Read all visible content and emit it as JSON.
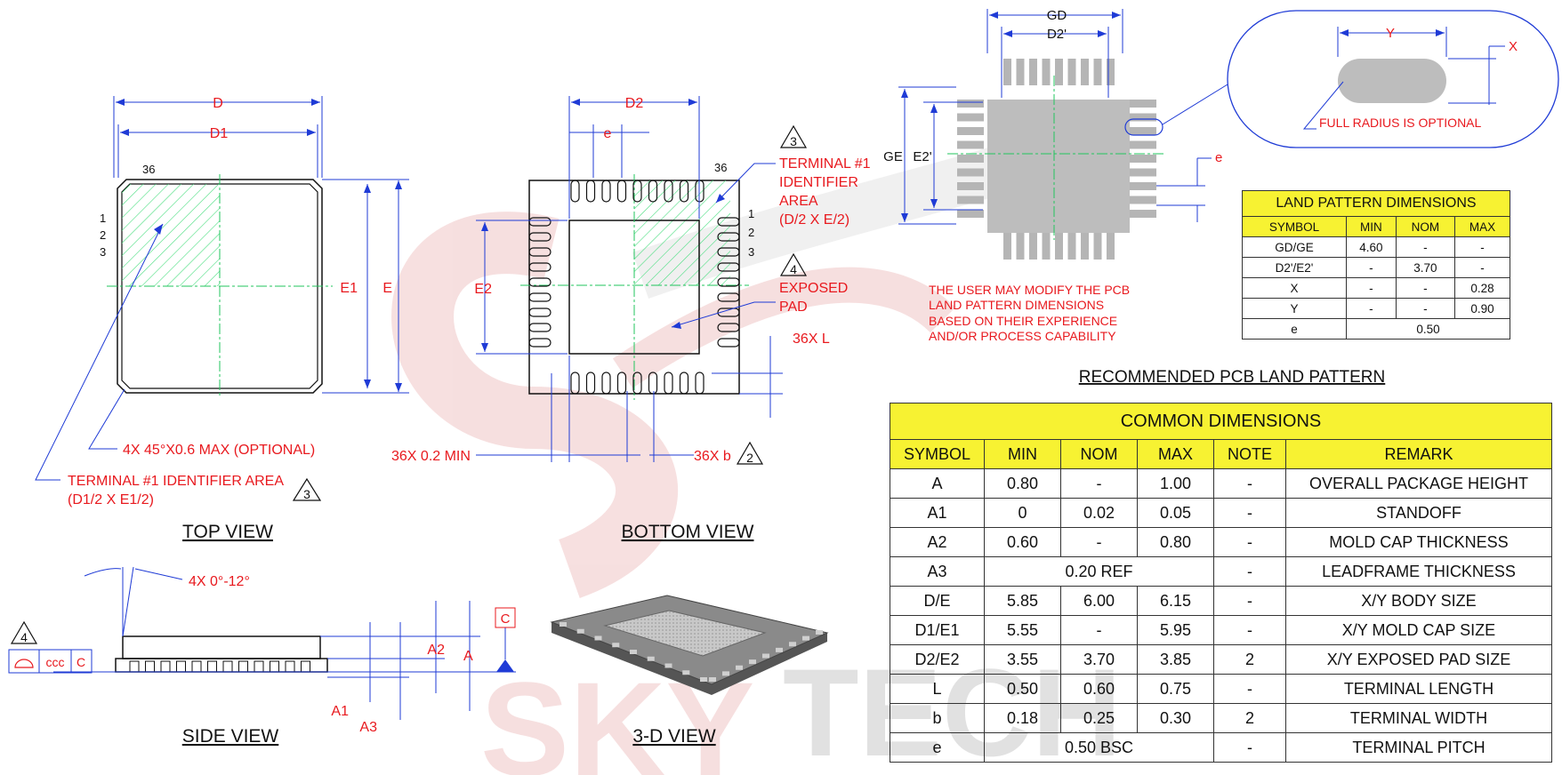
{
  "top_view": {
    "title": "TOP VIEW",
    "dim_d": "D",
    "dim_d1": "D1",
    "dim_e1": "E1",
    "dim_e": "E",
    "pin_36": "36",
    "pin_1": "1",
    "pin_2": "2",
    "pin_3": "3",
    "note_chamfer": "4X 45°X0.6 MAX (OPTIONAL)",
    "note_terminal_line1": "TERMINAL #1 IDENTIFIER AREA",
    "note_terminal_line2": "(D1/2 X E1/2)",
    "note_ref": "3"
  },
  "bottom_view": {
    "title": "BOTTOM VIEW",
    "dim_d2": "D2",
    "dim_e": "e",
    "dim_e2": "E2",
    "pin_36": "36",
    "pin_1": "1",
    "pin_2": "2",
    "pin_3": "3",
    "terminal_note": [
      "TERMINAL #1",
      "IDENTIFIER",
      "AREA",
      "(D/2 X E/2)"
    ],
    "terminal_ref": "3",
    "pad_note": [
      "EXPOSED",
      "PAD"
    ],
    "pad_ref": "4",
    "length_note": "36X L",
    "min_note": "36X 0.2 MIN",
    "width_note": "36X b",
    "width_ref": "2"
  },
  "side_view": {
    "title": "SIDE VIEW",
    "angle_note": "4X 0°-12°",
    "ref": "4",
    "ccc": "ccc",
    "datum_c": "C",
    "datum_flag": "C",
    "dim_a": "A",
    "dim_a1": "A1",
    "dim_a2": "A2",
    "dim_a3": "A3"
  },
  "view_3d": {
    "title": "3-D VIEW"
  },
  "land_pattern": {
    "caption": "RECOMMENDED PCB LAND PATTERN",
    "dim_gd": "GD",
    "dim_d2p": "D2'",
    "dim_ge": "GE",
    "dim_e2p": "E2'",
    "dim_e": "e",
    "dim_y": "Y",
    "dim_x": "X",
    "radius_note": "FULL RADIUS IS OPTIONAL",
    "user_note": [
      "THE USER MAY MODIFY THE PCB",
      "LAND PATTERN DIMENSIONS",
      "BASED ON THEIR EXPERIENCE",
      "AND/OR PROCESS CAPABILITY"
    ],
    "table": {
      "title": "LAND PATTERN DIMENSIONS",
      "headers": [
        "SYMBOL",
        "MIN",
        "NOM",
        "MAX"
      ],
      "rows": [
        [
          "GD/GE",
          "4.60",
          "-",
          "-"
        ],
        [
          "D2'/E2'",
          "-",
          "3.70",
          "-"
        ],
        [
          "X",
          "-",
          "-",
          "0.28"
        ],
        [
          "Y",
          "-",
          "-",
          "0.90"
        ]
      ],
      "last_row": {
        "symbol": "e",
        "value": "0.50"
      }
    }
  },
  "common_dimensions": {
    "title": "COMMON DIMENSIONS",
    "headers": [
      "SYMBOL",
      "MIN",
      "NOM",
      "MAX",
      "NOTE",
      "REMARK"
    ],
    "rows": [
      [
        "A",
        "0.80",
        "-",
        "1.00",
        "-",
        "OVERALL PACKAGE HEIGHT"
      ],
      [
        "A1",
        "0",
        "0.02",
        "0.05",
        "-",
        "STANDOFF"
      ],
      [
        "A2",
        "0.60",
        "-",
        "0.80",
        "-",
        "MOLD CAP THICKNESS"
      ],
      [
        "A3",
        "0.20 REF",
        null,
        null,
        "-",
        "LEADFRAME THICKNESS"
      ],
      [
        "D/E",
        "5.85",
        "6.00",
        "6.15",
        "-",
        "X/Y BODY SIZE"
      ],
      [
        "D1/E1",
        "5.55",
        "-",
        "5.95",
        "-",
        "X/Y MOLD CAP SIZE"
      ],
      [
        "D2/E2",
        "3.55",
        "3.70",
        "3.85",
        "2",
        "X/Y EXPOSED PAD SIZE"
      ],
      [
        "L",
        "0.50",
        "0.60",
        "0.75",
        "-",
        "TERMINAL LENGTH"
      ],
      [
        "b",
        "0.18",
        "0.25",
        "0.30",
        "2",
        "TERMINAL WIDTH"
      ],
      [
        "e",
        "0.50 BSC",
        null,
        null,
        "-",
        "TERMINAL PITCH"
      ]
    ]
  },
  "watermark": {
    "word1": "SKY",
    "word2": "TECH"
  },
  "colors": {
    "dimension": "#e8191e",
    "centerline": "#22c55e",
    "dimline": "#1f3bd6",
    "table_header": "#f7f232"
  }
}
